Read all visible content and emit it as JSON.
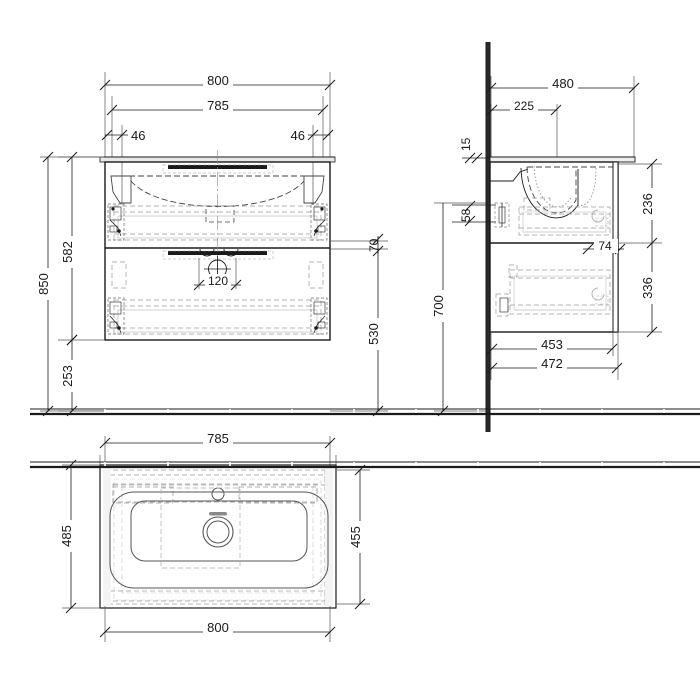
{
  "drawing": {
    "type": "technical-drawing",
    "subject": "Wall-hung bathroom vanity unit with washbasin",
    "units": "mm",
    "views": [
      {
        "name": "front-elevation",
        "label": ""
      },
      {
        "name": "side-elevation",
        "label": ""
      },
      {
        "name": "plan-view",
        "label": ""
      }
    ]
  },
  "front_view": {
    "dimensions": {
      "overall_width": "800",
      "cabinet_width": "785",
      "left_inset": "46",
      "right_inset": "46",
      "total_height": "850",
      "upper_height": "582",
      "lower_height": "253",
      "floor_clearance": "530",
      "gap": "70",
      "tap_spacing": "120"
    }
  },
  "side_view": {
    "dimensions": {
      "overall_depth": "480",
      "basin_offset": "225",
      "wall_gap": "15",
      "bracket_offset": "58",
      "upper_drawer_height": "236",
      "lower_drawer_height": "336",
      "overhang": "74",
      "cabinet_depth": "453",
      "top_depth": "472",
      "mount_height": "700"
    }
  },
  "plan_view": {
    "dimensions": {
      "basin_width": "785",
      "overall_width": "800",
      "basin_depth": "485",
      "cabinet_depth": "455"
    }
  },
  "colors": {
    "line": "#1a1a1a",
    "thin": "#5a5a5a",
    "hidden": "#8a8a8a",
    "faint": "#b8b8b8",
    "dim": "#444444"
  }
}
